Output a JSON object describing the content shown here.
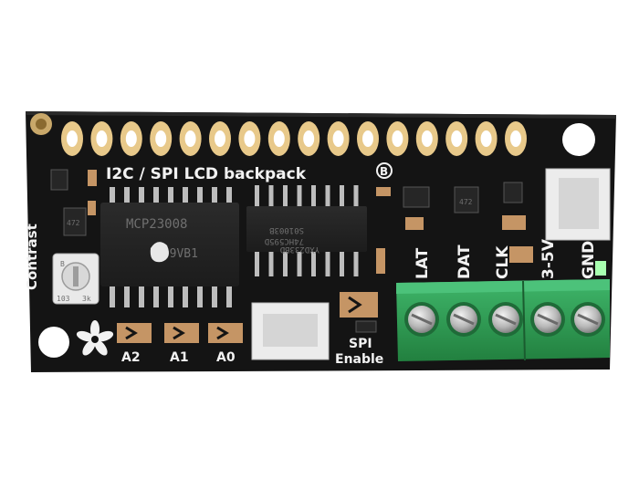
{
  "board": {
    "title": "I2C / SPI LCD backpack",
    "revision": "B",
    "contrast_label": "Contrast",
    "trim_pot_labels": [
      "B",
      "103",
      "3k"
    ],
    "address_jumpers": [
      "A2",
      "A1",
      "A0"
    ],
    "spi_label_1": "SPI",
    "spi_label_2": "Enable",
    "terminal_labels": [
      "LAT",
      "DAT",
      "CLK",
      "3-5V",
      "GND"
    ],
    "colors": {
      "pcb": "#141414",
      "pad_gold": "#e8c98a",
      "terminal_green": "#2f9c58",
      "silkscreen": "#f2f2f2"
    }
  },
  "chips": {
    "expander_line1": "MCP23008",
    "expander_line2": "3 9VB1",
    "shift_reg_line1": "YXD233BD",
    "shift_reg_line2": "74HC595D",
    "shift_reg_line3": "S01003B",
    "regulator_code": "472",
    "small_code": "472"
  }
}
